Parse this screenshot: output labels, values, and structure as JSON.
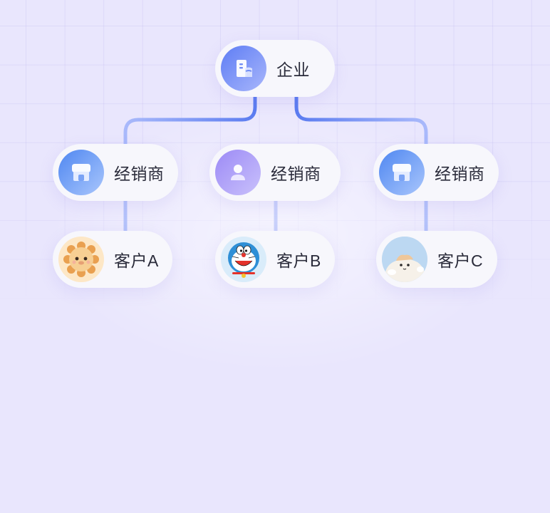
{
  "root": {
    "label": "企业",
    "icon": "building-icon"
  },
  "distributors": [
    {
      "label": "经销商",
      "icon": "store-icon"
    },
    {
      "label": "经销商",
      "icon": "person-icon"
    },
    {
      "label": "经销商",
      "icon": "store-icon"
    }
  ],
  "customers": [
    {
      "label": "客户A",
      "icon": "bread-mascot-icon"
    },
    {
      "label": "客户B",
      "icon": "robot-cat-icon"
    },
    {
      "label": "客户C",
      "icon": "cat-photo-icon"
    }
  ],
  "colors": {
    "background": "#e9e6fd",
    "connector": "#5b7cf0",
    "connector_light": "#b4c2fa",
    "node": "#f7f7fc",
    "text": "#2a2b3a"
  }
}
